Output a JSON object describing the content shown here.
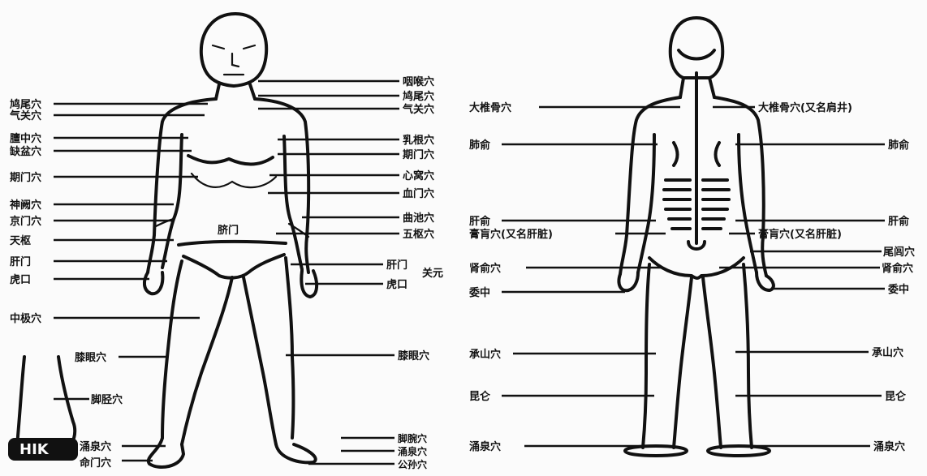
{
  "front_figure": {
    "labels": {
      "jiuwei": "鸠尾穴",
      "qiwei": "气关穴",
      "xiangtang": "膻中穴",
      "qifu": "缺盆穴",
      "jiumen": "期门穴",
      "shenque": "神阙穴",
      "qiantan": "京门穴",
      "lujing": "天枢",
      "ganmen": "肝门",
      "huikou": "虎口",
      "zhongji": "中极穴",
      "jingsui": "膝眼穴",
      "jiaojing": "脚胫穴",
      "yongquan": "涌泉穴",
      "mengmen": "命门穴",
      "center": "脐门",
      "r_yanyan": "咽喉穴",
      "r_jiumen": "鸠尾穴",
      "r_qiguan": "气关穴",
      "r_rugen": "乳根穴",
      "r_jiumen2": "期门穴",
      "r_xinmen": "心窝穴",
      "r_xuemen": "血门穴",
      "r_quchi": "曲池穴",
      "r_tongzi": "五枢穴",
      "r_ganmen": "肝门",
      "r_guanyuan": "关元",
      "r_huikou": "虎口",
      "r_xiyan": "膝眼穴",
      "r_jiaowan": "脚腕穴",
      "r_shenjing": "涌泉穴",
      "r_gongsun": "公孙穴",
      "inset_text": "HIK"
    }
  },
  "back_figure": {
    "labels": {
      "l_dazhui": "大椎骨穴",
      "l_feishu": "肺俞",
      "l_ganshu": "肝俞",
      "l_gaohuang": "膏肓穴(又名肝脏)",
      "l_shenshu": "肾俞穴",
      "l_weizhong": "委中",
      "l_chengshan": "承山穴",
      "l_kunlun": "昆仑",
      "l_yongquan": "涌泉穴",
      "r_dazhui": "大椎骨穴(又名肩井)",
      "r_feishu": "肺俞",
      "r_ganshu": "肝俞",
      "r_gaohuang": "膏肓穴(又名肝脏)",
      "r_weiyang": "尾闾穴",
      "r_shenshu": "肾俞穴",
      "r_weizhong": "委中",
      "r_chengshan": "承山穴",
      "r_kunlun": "昆仑",
      "r_yongquan": "涌泉穴"
    }
  }
}
